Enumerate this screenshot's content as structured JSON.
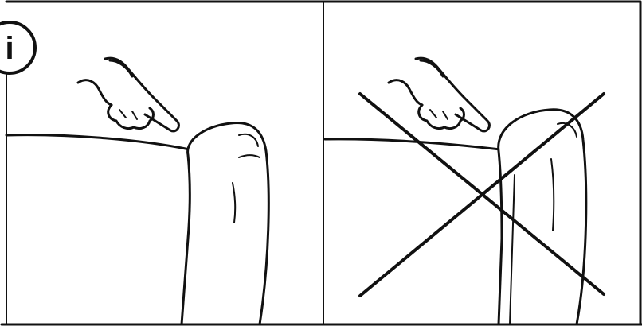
{
  "info_badge": {
    "letter": "i",
    "icon": "info-icon"
  },
  "panels": [
    {
      "id": "correct",
      "status": "correct-method"
    },
    {
      "id": "incorrect",
      "status": "wrong-method",
      "mark_icon": "cross-icon"
    }
  ],
  "colors": {
    "line": "#111111",
    "background": "#ffffff"
  }
}
